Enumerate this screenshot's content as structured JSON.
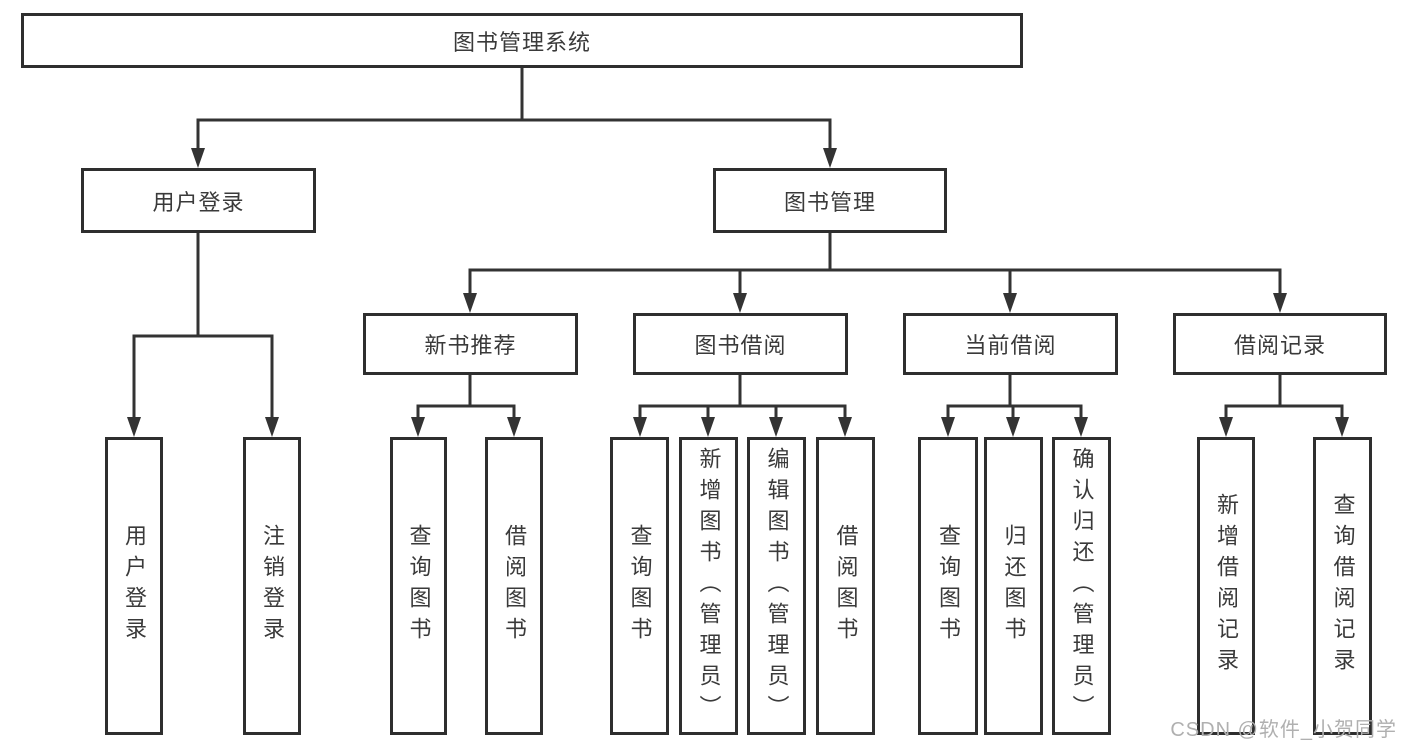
{
  "diagram": {
    "type": "tree",
    "root": {
      "label": "图书管理系统",
      "children": [
        {
          "label": "用户登录",
          "children": [
            {
              "label": "用户登录"
            },
            {
              "label": "注销登录"
            }
          ]
        },
        {
          "label": "图书管理",
          "children": [
            {
              "label": "新书推荐",
              "children": [
                {
                  "label": "查询图书"
                },
                {
                  "label": "借阅图书"
                }
              ]
            },
            {
              "label": "图书借阅",
              "children": [
                {
                  "label": "查询图书"
                },
                {
                  "label": "新增图书（管理员）"
                },
                {
                  "label": "编辑图书（管理员）"
                },
                {
                  "label": "借阅图书"
                }
              ]
            },
            {
              "label": "当前借阅",
              "children": [
                {
                  "label": "查询图书"
                },
                {
                  "label": "归还图书"
                },
                {
                  "label": "确认归还（管理员）"
                }
              ]
            },
            {
              "label": "借阅记录",
              "children": [
                {
                  "label": "新增借阅记录"
                },
                {
                  "label": "查询借阅记录"
                }
              ]
            }
          ]
        }
      ]
    },
    "colors": {
      "box_border": "#2e2e2e",
      "connector": "#333333",
      "text": "#3a3a3a",
      "background": "#ffffff",
      "watermark": "#b0b0b0"
    }
  },
  "watermark": {
    "text": "CSDN @软件_小贺同学"
  }
}
